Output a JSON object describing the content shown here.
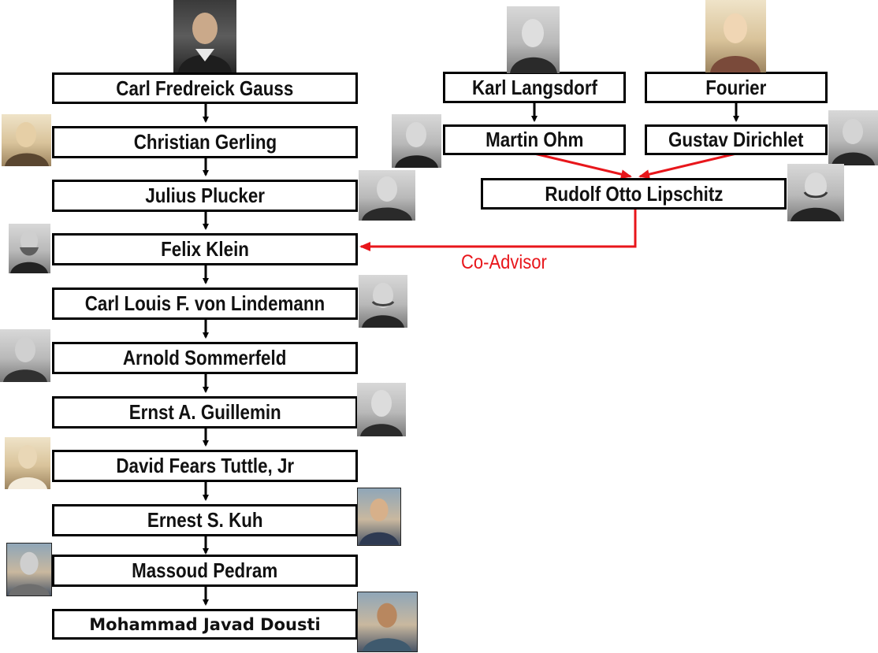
{
  "people": {
    "gauss": "Carl Fredreick Gauss",
    "gerling": "Christian Gerling",
    "plucker": "Julius Plucker",
    "klein": "Felix Klein",
    "lindemann": "Carl Louis F. von Lindemann",
    "sommerfeld": "Arnold Sommerfeld",
    "guillemin": "Ernst A. Guillemin",
    "tuttle": "David Fears Tuttle, Jr",
    "kuh": "Ernest S. Kuh",
    "pedram": "Massoud Pedram",
    "dousti": "Mohammad Javad Dousti",
    "langsdorf": "Karl Langsdorf",
    "fourier": "Fourier",
    "ohm": "Martin Ohm",
    "dirichlet": "Gustav Dirichlet",
    "lipschitz": "Rudolf Otto Lipschitz"
  },
  "co_advisor_label": "Co-Advisor",
  "colors": {
    "box_border": "#000000",
    "arrow": "#000000",
    "co_advisor": "#e8161b"
  },
  "icons": {
    "portrait": "portrait-photo"
  }
}
